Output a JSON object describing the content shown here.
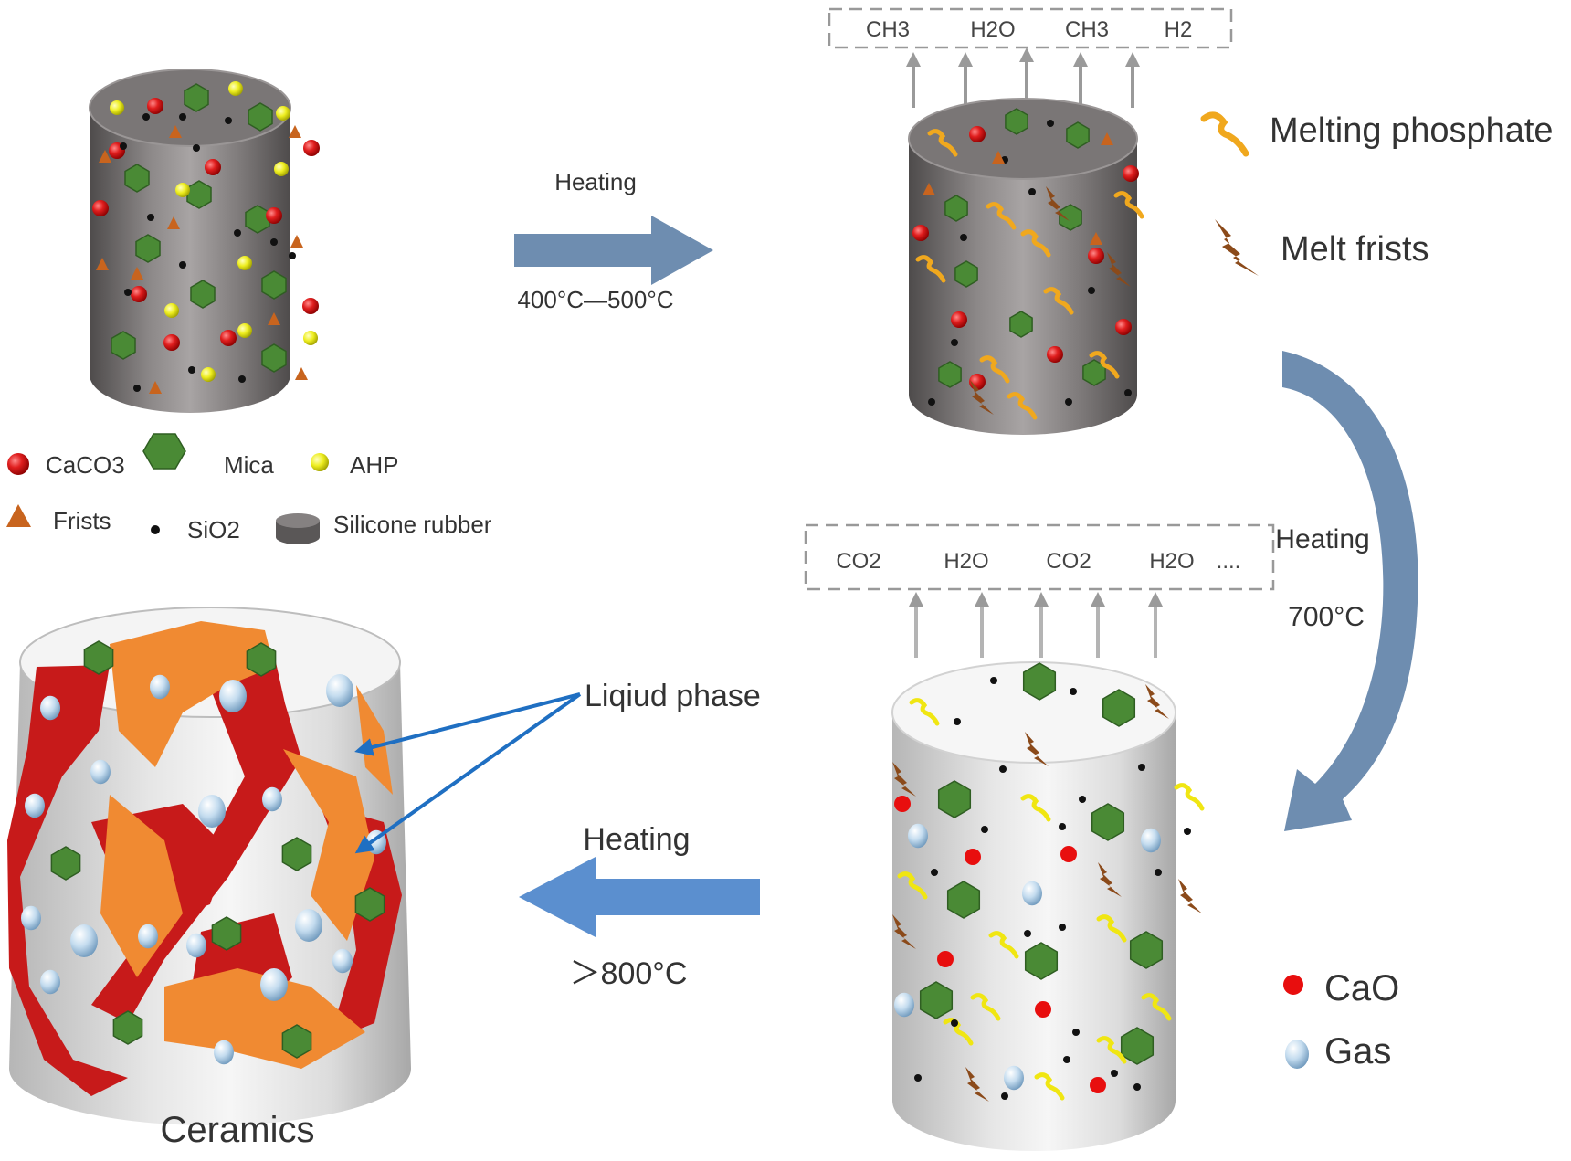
{
  "stage1": {
    "legend": {
      "caco3": "CaCO3",
      "mica": "Mica",
      "ahp": "AHP",
      "frists": "Frists",
      "sio2": "SiO2",
      "silicone_rubber": "Silicone rubber"
    }
  },
  "arrow1": {
    "top_label": "Heating",
    "bottom_label": "400°C—500°C"
  },
  "stage2": {
    "released_gases": [
      "CH3",
      "H2O",
      "CH3",
      "H2"
    ],
    "legend": {
      "melting_phosphate": "Melting phosphate",
      "melt_frists": "Melt frists"
    }
  },
  "arrow2": {
    "label_1": "Heating",
    "label_2": "700°C"
  },
  "stage3": {
    "released_gases": [
      "CO2",
      "H2O",
      "CO2",
      "H2O",
      "...."
    ],
    "legend": {
      "cao": "CaO",
      "gas": "Gas"
    }
  },
  "arrow3": {
    "top_label": "Heating",
    "bottom_label": "＞800°C"
  },
  "stage4": {
    "callout": "Liqiud phase",
    "caption": "Ceramics"
  },
  "colors": {
    "caco3_red": "#d41e1e",
    "mica_green": "#4a8a35",
    "ahp_yellow": "#e6e21a",
    "frists_orange": "#c8641e",
    "silicone_gray": "#7a7676",
    "phosphate_orange": "#f0a81e",
    "arrow_blue": "#6e8db0",
    "liquid_red": "#c71a1a",
    "liquid_orange": "#f08a32",
    "callout_blue": "#1f6fc2"
  }
}
